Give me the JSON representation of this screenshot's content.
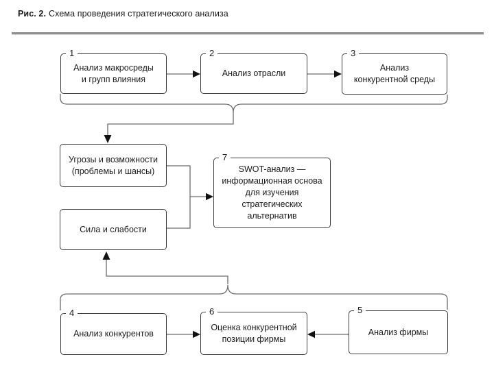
{
  "caption": {
    "label": "Рис. 2.",
    "text": "Схема проведения стратегического анализа"
  },
  "boxes": {
    "macro": {
      "num": "1",
      "lines": [
        "Анализ макросреды",
        "и групп влияния"
      ]
    },
    "industry": {
      "num": "2",
      "lines": [
        "Анализ отрасли"
      ]
    },
    "comp_env": {
      "num": "3",
      "lines": [
        "Анализ",
        "конкурентной среды"
      ]
    },
    "threats": {
      "lines": [
        "Угрозы и возможности",
        "(проблемы и шансы)"
      ]
    },
    "strengths": {
      "lines": [
        "Сила и слабости"
      ]
    },
    "swot": {
      "num": "7",
      "lines": [
        "SWOT-анализ —",
        "информационная основа",
        "для изучения",
        "стратегических",
        "альтернатив"
      ]
    },
    "competitors": {
      "num": "4",
      "lines": [
        "Анализ конкурентов"
      ]
    },
    "position": {
      "num": "6",
      "lines": [
        "Оценка конкурентной",
        "позиции фирмы"
      ]
    },
    "firm": {
      "num": "5",
      "lines": [
        "Анализ фирмы"
      ]
    }
  },
  "colors": {
    "line": "#6b6b6b",
    "border": "#3c3c3c",
    "arrow": "#111111",
    "text": "#1a1a1a",
    "divider": "#8f8f8f"
  }
}
